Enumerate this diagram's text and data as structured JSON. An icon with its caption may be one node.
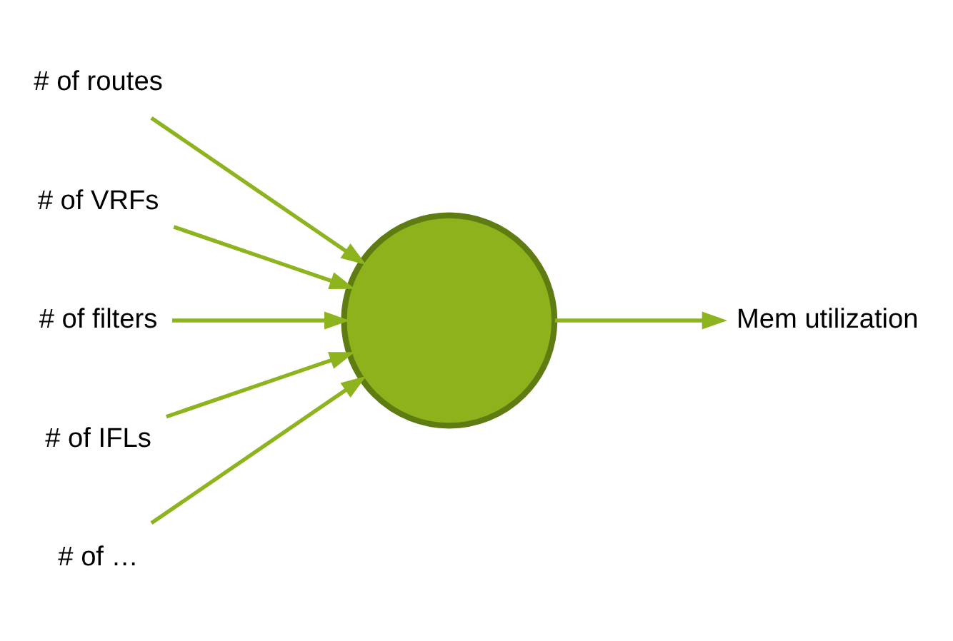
{
  "diagram": {
    "nodes": [
      {
        "text": [
          "# of routes"
        ]
      },
      {
        "text": [
          "# of VRFs"
        ]
      },
      {
        "text": [
          "# of filters"
        ]
      },
      {
        "text": [],
        "shape": "circle"
      },
      {
        "text": [
          "Mem utilization"
        ]
      },
      {
        "text": [
          "# of IFLs"
        ]
      },
      {
        "text": [
          "# of …"
        ]
      }
    ],
    "edges": [
      {
        "from": 0,
        "to": 3,
        "arrow": "to"
      },
      {
        "from": 1,
        "to": 3,
        "arrow": "to"
      },
      {
        "from": 2,
        "to": 3,
        "arrow": "to"
      },
      {
        "from": 5,
        "to": 3,
        "arrow": "to"
      },
      {
        "from": 6,
        "to": 3,
        "arrow": "to"
      },
      {
        "from": 3,
        "to": 4,
        "arrow": "to"
      }
    ]
  }
}
